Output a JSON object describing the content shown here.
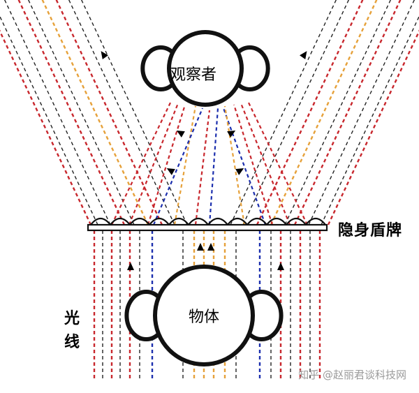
{
  "observer": {
    "label": "观察者"
  },
  "object": {
    "label": "物体"
  },
  "shield": {
    "label": "隐身盾牌"
  },
  "light": {
    "label_line1": "光",
    "label_line2": "线"
  },
  "watermark": {
    "text": "知乎 @赵丽君谈科技网"
  },
  "colors": {
    "red": "#c8272d",
    "orange": "#e6a13a",
    "blue": "#1c2fae",
    "black": "#222222",
    "outline": "#111111"
  }
}
